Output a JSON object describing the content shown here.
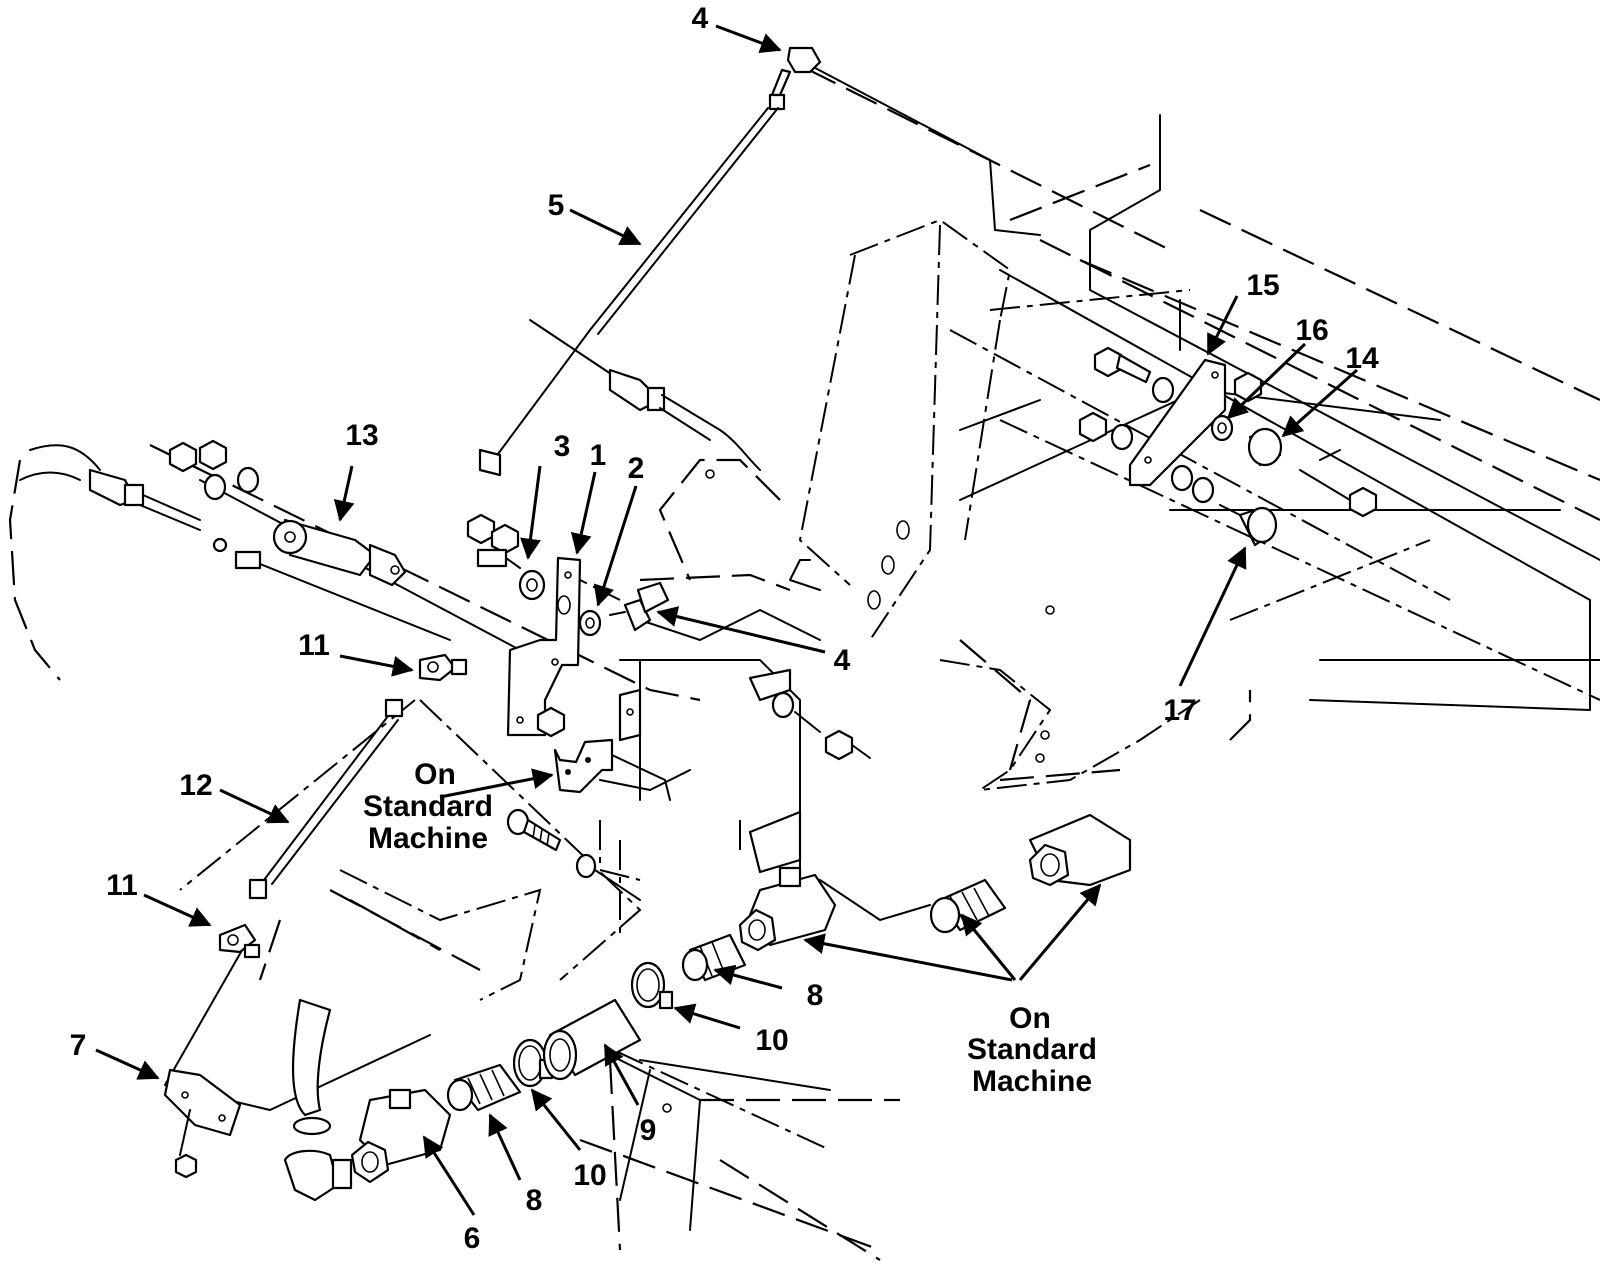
{
  "callouts": {
    "c1": "1",
    "c2": "2",
    "c3": "3",
    "c4_top": "4",
    "c4_mid": "4",
    "c5": "5",
    "c6": "6",
    "c7": "7",
    "c8_right": "8",
    "c8_bottom": "8",
    "c9": "9",
    "c10_right": "10",
    "c10_bottom": "10",
    "c11_upper": "11",
    "c11_lower": "11",
    "c12": "12",
    "c13": "13",
    "c14": "14",
    "c15": "15",
    "c16": "16",
    "c17": "17"
  },
  "notes": {
    "center": {
      "line1": "On",
      "line2": "Standard",
      "line3": "Machine"
    },
    "right": {
      "line1": "On",
      "line2": "Standard",
      "line3": "Machine"
    }
  }
}
